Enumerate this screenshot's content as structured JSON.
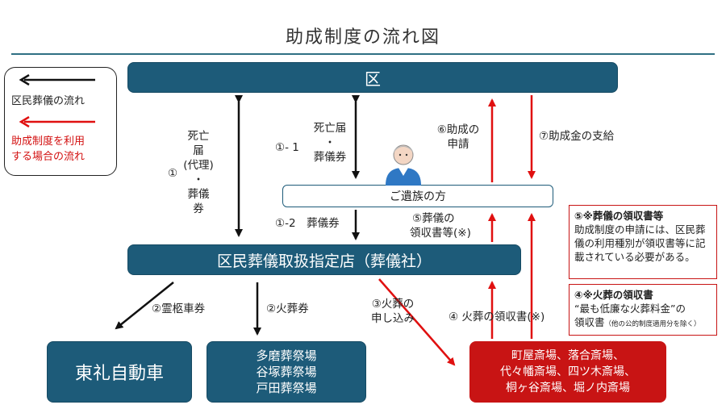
{
  "title": "助成制度の流れ図",
  "legend": {
    "black_label": "区民葬儀の流れ",
    "red_line1": "助成制度を利用",
    "red_line2": "する場合の流れ"
  },
  "boxes": {
    "ward": "区",
    "bereaved": "ご遺族の方",
    "funeral_company": "区民葬儀取扱指定店（葬儀社）",
    "toreiji": "東礼自動車",
    "crem_group": [
      "多磨葬祭場",
      "谷塚葬祭場",
      "戸田葬祭場"
    ],
    "crem_red": [
      "町屋斎場、落合斎場、",
      "代々幡斎場、四ツ木斎場、",
      "桐ヶ谷斎場、堀ノ内斎場"
    ]
  },
  "labels": {
    "step1_circle": "①",
    "step1_lines": [
      "死亡届",
      "(代理)",
      "・",
      "葬儀券"
    ],
    "step1_1_num": "①- 1",
    "step1_1_lines": [
      "死亡届",
      "・",
      "葬儀券"
    ],
    "step1_2": "①-2　葬儀券",
    "step2_hearse": "②霊柩車券",
    "step2_crem": "②火葬券",
    "step3_lines": [
      "③火葬の",
      "申し込み"
    ],
    "step4": "④ 火葬の領収書(※)",
    "step5_lines": [
      "⑤葬儀の",
      "領収書等(※)"
    ],
    "step6_lines": [
      "⑥助成の",
      "申請"
    ],
    "step7": "⑦助成金の支給"
  },
  "notes": {
    "note5_title": "⑤※葬儀の領収書等",
    "note5_body": "助成制度の申請には、区民葬儀の利用種別が領収書等に記載されている必要がある。",
    "note4_title": "④※火葬の領収書",
    "note4_body1": "“最も低廉な火葬料金”の",
    "note4_body2": "領収書",
    "note4_small": "（他の公的制度適用分を除く）"
  },
  "colors": {
    "navy": "#1d5b79",
    "red": "#c81414",
    "arrow_black": "#111111",
    "arrow_red": "#e01010"
  }
}
